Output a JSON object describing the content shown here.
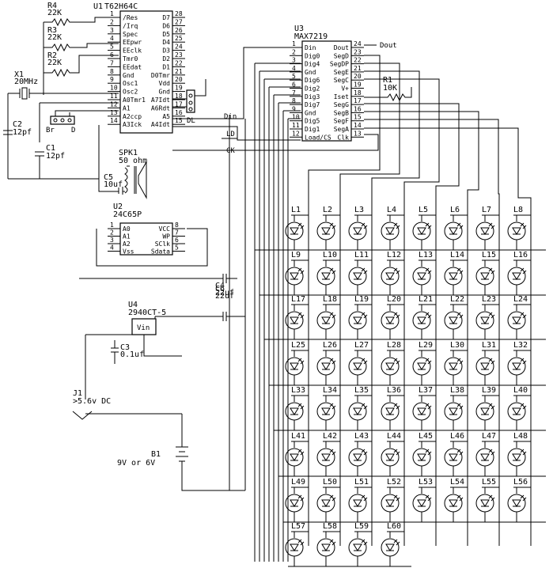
{
  "u1": {
    "ref": "U1",
    "part": "T62H64C",
    "left_pins": [
      {
        "n": "1",
        "l": "/Res"
      },
      {
        "n": "2",
        "l": "/Irq"
      },
      {
        "n": "3",
        "l": "Spec"
      },
      {
        "n": "4",
        "l": "EEpwr"
      },
      {
        "n": "5",
        "l": "EEclk"
      },
      {
        "n": "6",
        "l": "Tmr0"
      },
      {
        "n": "7",
        "l": "EEdat"
      },
      {
        "n": "8",
        "l": "Gnd"
      },
      {
        "n": "9",
        "l": "Osc1"
      },
      {
        "n": "10",
        "l": "Osc2"
      },
      {
        "n": "11",
        "l": "A0Tmr1"
      },
      {
        "n": "12",
        "l": "A1"
      },
      {
        "n": "13",
        "l": "A2ccp"
      },
      {
        "n": "14",
        "l": "A3Ick"
      }
    ],
    "right_pins": [
      {
        "n": "28",
        "l": "D7"
      },
      {
        "n": "27",
        "l": "D6"
      },
      {
        "n": "26",
        "l": "D5"
      },
      {
        "n": "25",
        "l": "D4"
      },
      {
        "n": "24",
        "l": "D3"
      },
      {
        "n": "23",
        "l": "D2"
      },
      {
        "n": "22",
        "l": "D1"
      },
      {
        "n": "21",
        "l": "D0Tmr"
      },
      {
        "n": "20",
        "l": "Vdd"
      },
      {
        "n": "19",
        "l": "Gnd"
      },
      {
        "n": "18",
        "l": "A7Idt"
      },
      {
        "n": "17",
        "l": "A6Rdt"
      },
      {
        "n": "16",
        "l": "A5"
      },
      {
        "n": "15",
        "l": "A4Idt"
      }
    ]
  },
  "u2": {
    "ref": "U2",
    "part": "24C65P",
    "left_pins": [
      {
        "n": "1",
        "l": "A0"
      },
      {
        "n": "2",
        "l": "A1"
      },
      {
        "n": "3",
        "l": "A2"
      },
      {
        "n": "4",
        "l": "Vss"
      }
    ],
    "right_pins": [
      {
        "n": "8",
        "l": "VCC"
      },
      {
        "n": "7",
        "l": "WP"
      },
      {
        "n": "6",
        "l": "SClk"
      },
      {
        "n": "5",
        "l": "Sdata"
      }
    ]
  },
  "u3": {
    "ref": "U3",
    "part": "MAX7219",
    "left_pins": [
      {
        "n": "1",
        "l": "Din"
      },
      {
        "n": "2",
        "l": "Dig0"
      },
      {
        "n": "3",
        "l": "Dig4"
      },
      {
        "n": "4",
        "l": "Gnd"
      },
      {
        "n": "5",
        "l": "Dig6"
      },
      {
        "n": "6",
        "l": "Dig2"
      },
      {
        "n": "7",
        "l": "Dig3"
      },
      {
        "n": "8",
        "l": "Dig7"
      },
      {
        "n": "9",
        "l": "Gnd"
      },
      {
        "n": "10",
        "l": "Dig5"
      },
      {
        "n": "11",
        "l": "Dig1"
      },
      {
        "n": "12",
        "l": "Load/CS"
      }
    ],
    "right_pins": [
      {
        "n": "24",
        "l": "Dout"
      },
      {
        "n": "23",
        "l": "SegD"
      },
      {
        "n": "22",
        "l": "SegDP"
      },
      {
        "n": "21",
        "l": "SegE"
      },
      {
        "n": "20",
        "l": "SegC"
      },
      {
        "n": "19",
        "l": "V+"
      },
      {
        "n": "18",
        "l": "Iset"
      },
      {
        "n": "17",
        "l": "SegG"
      },
      {
        "n": "16",
        "l": "SegB"
      },
      {
        "n": "15",
        "l": "SegF"
      },
      {
        "n": "14",
        "l": "SegA"
      },
      {
        "n": "13",
        "l": "Clk"
      }
    ]
  },
  "u4": {
    "ref": "U4",
    "part": "2940CT-5",
    "pin": "Vin"
  },
  "resistors": [
    {
      "ref": "R4",
      "val": "22K"
    },
    {
      "ref": "R3",
      "val": "22K"
    },
    {
      "ref": "R2",
      "val": "22K"
    },
    {
      "ref": "R1",
      "val": "10K"
    }
  ],
  "x1": {
    "ref": "X1",
    "val": "20MHz"
  },
  "c1": {
    "ref": "C1",
    "val": "12pf"
  },
  "c2": {
    "ref": "C2",
    "val": "12pf"
  },
  "c3": {
    "ref": "C3",
    "val": "0.1uf"
  },
  "c4": {
    "ref": "C4",
    "val": "22uf"
  },
  "c5": {
    "ref": "C5",
    "val": "10uf"
  },
  "c6": {
    "ref": "C6",
    "val": "22uf"
  },
  "spk": {
    "ref": "SPK1",
    "val": "50 ohm"
  },
  "j1": {
    "ref": "J1",
    "val": ">5.6v DC"
  },
  "b1": {
    "ref": "B1",
    "val": "9V or 6V"
  },
  "header_left": {
    "l1": "Br",
    "l2": "D"
  },
  "header_right": {
    "label": "DL"
  },
  "nets": {
    "din": "Din",
    "ld": "LD",
    "ck": "CK",
    "dout": "Dout"
  },
  "leds": [
    "L1",
    "L2",
    "L3",
    "L4",
    "L5",
    "L6",
    "L7",
    "L8",
    "L9",
    "L10",
    "L11",
    "L12",
    "L13",
    "L14",
    "L15",
    "L16",
    "L17",
    "L18",
    "L19",
    "L20",
    "L21",
    "L22",
    "L23",
    "L24",
    "L25",
    "L26",
    "L27",
    "L28",
    "L29",
    "L30",
    "L31",
    "L32",
    "L33",
    "L34",
    "L35",
    "L36",
    "L37",
    "L38",
    "L39",
    "L40",
    "L41",
    "L42",
    "L43",
    "L44",
    "L45",
    "L46",
    "L47",
    "L48",
    "L49",
    "L50",
    "L51",
    "L52",
    "L53",
    "L54",
    "L55",
    "L56",
    "L57",
    "L58",
    "L59",
    "L60"
  ]
}
